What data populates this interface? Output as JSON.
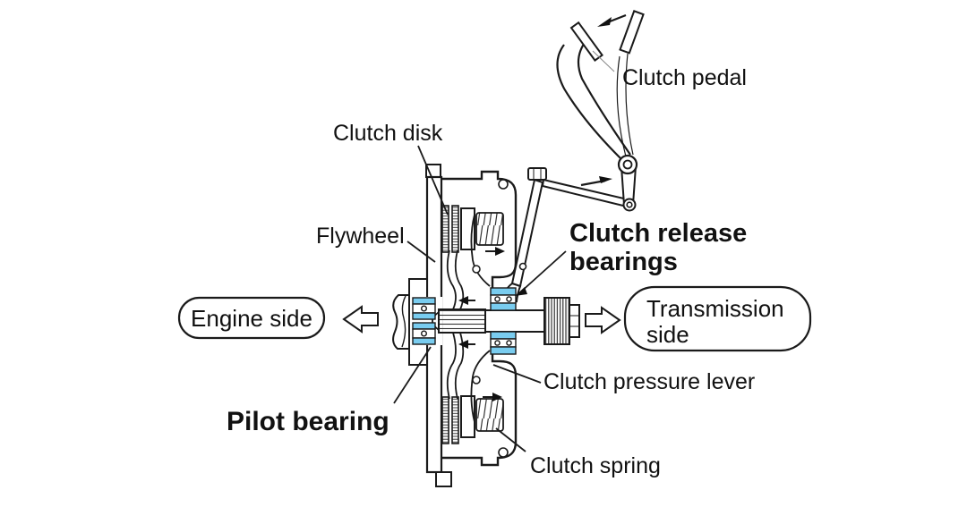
{
  "diagram": {
    "type": "technical-cross-section",
    "subject": "Automotive clutch system with pedal linkage",
    "colors": {
      "bearing_highlight": "#79CCEF",
      "line_color": "#1a1a1a",
      "background": "#ffffff"
    },
    "labels": {
      "clutch_pedal": "Clutch pedal",
      "clutch_disk": "Clutch disk",
      "flywheel": "Flywheel",
      "clutch_release_bearings": {
        "line1": "Clutch release",
        "line2": "bearings"
      },
      "clutch_pressure_lever": "Clutch pressure lever",
      "clutch_spring": "Clutch spring",
      "pilot_bearing": "Pilot bearing",
      "engine_side": "Engine side",
      "transmission_side": {
        "line1": "Transmission",
        "line2": "side"
      }
    }
  }
}
